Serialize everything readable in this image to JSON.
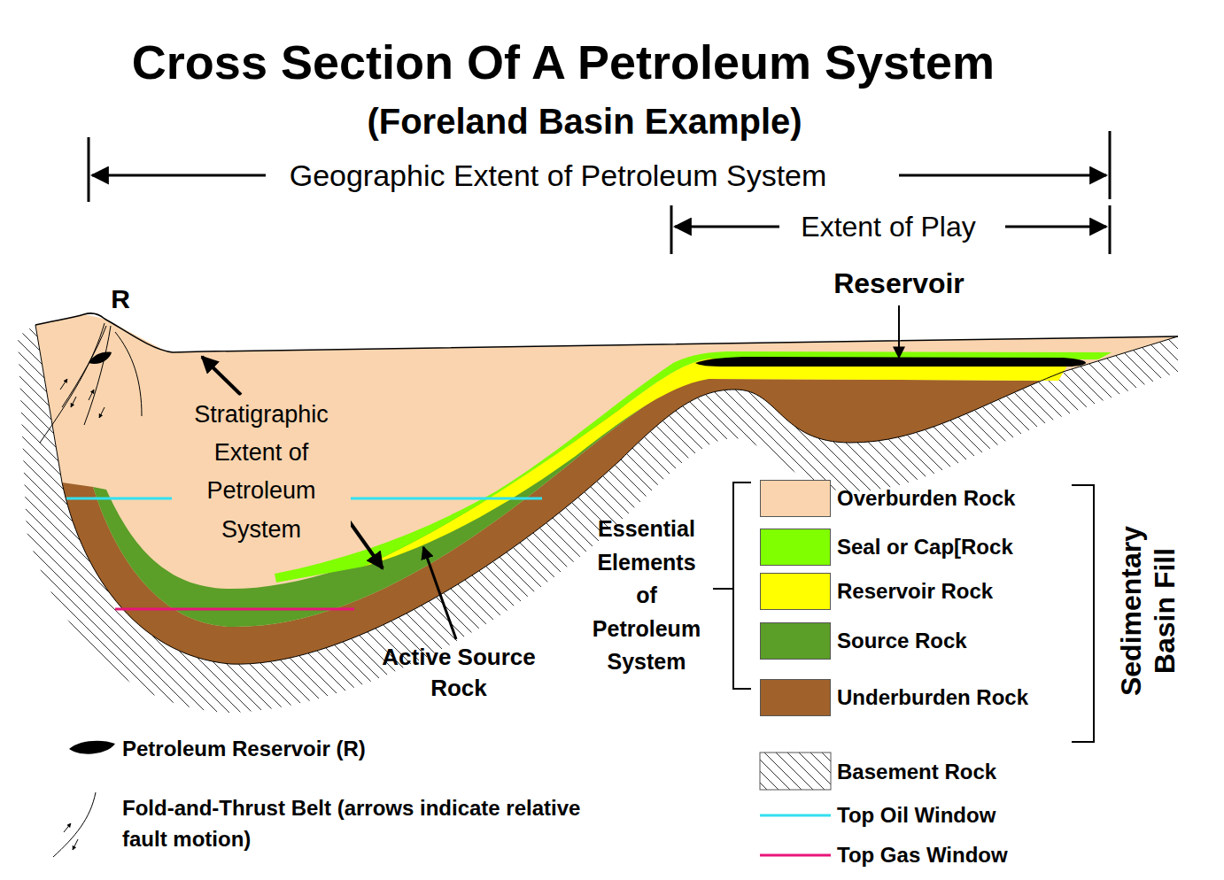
{
  "diagram": {
    "title": "Cross Section Of A Petroleum System",
    "labels": [
      "(Foreland Basin Example)",
      "Geographic Extent of Petroleum System",
      "Extent of Play",
      "Reservoir",
      "R",
      "Stratigraphic Extent of Petroleum System",
      "Active Source Rock",
      "Essential Elements of Petroleum System",
      "Sedimentary Basin Fill"
    ],
    "legend": [
      {
        "text": "Overburden Rock",
        "color": "#f9d4ae"
      },
      {
        "text": "Seal or Cap[Rock",
        "color": "#80ff00"
      },
      {
        "text": "Reservoir Rock",
        "color": "#ffff00"
      },
      {
        "text": "Source Rock",
        "color": "#5b9e28"
      },
      {
        "text": "Underburden Rock",
        "color": "#a0612a"
      },
      {
        "text": "Basement Rock"
      },
      {
        "text": "Top Oil Window"
      },
      {
        "text": "Top Gas Window"
      },
      {
        "text": "Petroleum Reservoir (R)"
      },
      {
        "text": "Fold-and-Thrust Belt (arrows indicate relative fault motion)"
      }
    ]
  }
}
